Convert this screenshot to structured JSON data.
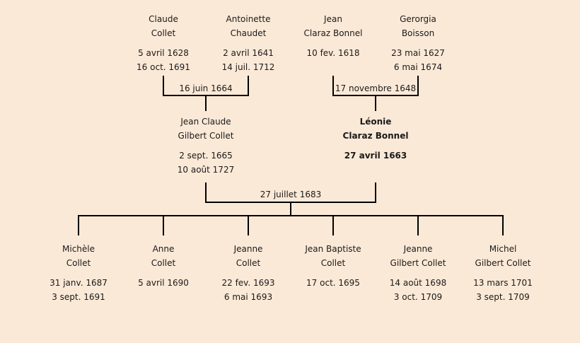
{
  "grandparents_left": [
    {
      "first": "Claude",
      "last": "Collet",
      "dates": [
        "5 avril 1628",
        "16 oct. 1691"
      ]
    },
    {
      "first": "Antoinette",
      "last": "Chaudet",
      "dates": [
        "2 avril 1641",
        "14 juil. 1712"
      ]
    }
  ],
  "grandparents_right": [
    {
      "first": "Jean",
      "last": "Claraz Bonnel",
      "dates": [
        "10 fev. 1618"
      ]
    },
    {
      "first": "Gerorgia",
      "last": "Boisson",
      "dates": [
        "23 mai 1627",
        "6 mai 1674"
      ]
    }
  ],
  "marriage_left": "16 juin 1664",
  "marriage_right": "17 novembre 1648",
  "parents": [
    {
      "first": "Jean Claude",
      "last": "Gilbert Collet",
      "dates": [
        "2 sept. 1665",
        "10 août 1727"
      ]
    },
    {
      "first": "Léonie",
      "last": "Claraz Bonnel",
      "dates": [
        "27 avril 1663"
      ],
      "bold": true
    }
  ],
  "marriage_parents": "27 juillet 1683",
  "children": [
    {
      "first": "Michèle",
      "last": "Collet",
      "dates": [
        "31 janv. 1687",
        "3 sept. 1691"
      ]
    },
    {
      "first": "Anne",
      "last": "Collet",
      "dates": [
        "5 avril 1690"
      ]
    },
    {
      "first": "Jeanne",
      "last": "Collet",
      "dates": [
        "22 fev. 1693",
        "6 mai 1693"
      ]
    },
    {
      "first": "Jean Baptiste",
      "last": "Collet",
      "dates": [
        "17 oct. 1695"
      ]
    },
    {
      "first": "Jeanne",
      "last": "Gilbert Collet",
      "dates": [
        "14 août 1698",
        "3 oct. 1709"
      ]
    },
    {
      "first": "Michel",
      "last": "Gilbert Collet",
      "dates": [
        "13 mars 1701",
        "3 sept. 1709"
      ]
    }
  ]
}
